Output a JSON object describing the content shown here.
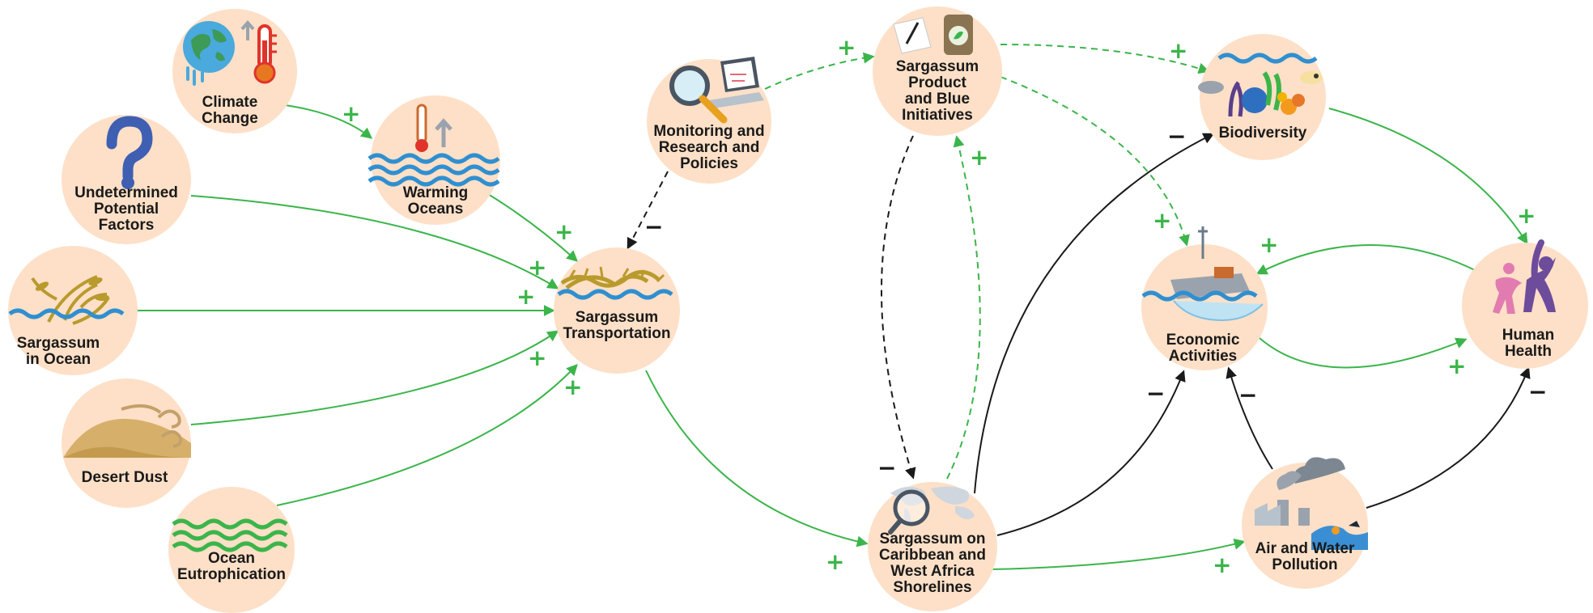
{
  "colors": {
    "node_fill": "#fde0c7",
    "positive_link": "#3bb54a",
    "negative_link": "#1a1a1a",
    "water": "#2f8fd1",
    "sargassum": "#b99a2c"
  },
  "nodes": {
    "climate_change": {
      "label": [
        "Climate",
        "Change"
      ],
      "icon": "globe-thermometer-icon"
    },
    "warming_oceans": {
      "label": [
        "Warming",
        "Oceans"
      ],
      "icon": "thermometer-waves-icon"
    },
    "undetermined_factors": {
      "label": [
        "Undetermined",
        "Potential",
        "Factors"
      ],
      "icon": "question-mark-icon"
    },
    "sargassum_in_ocean": {
      "label": [
        "Sargassum",
        "in Ocean"
      ],
      "icon": "seaweed-icon"
    },
    "desert_dust": {
      "label": [
        "Desert Dust"
      ],
      "icon": "dust-dune-icon"
    },
    "ocean_eutrophication": {
      "label": [
        "Ocean",
        "Eutrophication"
      ],
      "icon": "green-waves-icon"
    },
    "sargassum_transportation": {
      "label": [
        "Sargassum",
        "Transportation"
      ],
      "icon": "floating-seaweed-icon"
    },
    "monitoring": {
      "label": [
        "Monitoring and",
        "Research and",
        "Policies"
      ],
      "icon": "magnifier-laptop-icon"
    },
    "sargassum_product": {
      "label": [
        "Sargassum",
        "Product",
        "and Blue",
        "Initiatives"
      ],
      "icon": "document-bag-icon"
    },
    "shorelines": {
      "label": [
        "Sargassum on",
        "Caribbean and",
        "West Africa",
        "Shorelines"
      ],
      "icon": "world-map-magnifier-icon"
    },
    "biodiversity": {
      "label": [
        "Biodiversity"
      ],
      "icon": "coral-reef-icon"
    },
    "economic_activities": {
      "label": [
        "Economic",
        "Activities"
      ],
      "icon": "fishing-boat-icon"
    },
    "pollution": {
      "label": [
        "Air and Water",
        "Pollution"
      ],
      "icon": "factory-smoke-icon"
    },
    "human_health": {
      "label": [
        "Human",
        "Health"
      ],
      "icon": "people-figures-icon"
    }
  },
  "signs": {
    "climate_to_warming": "+",
    "warming_to_transport": "+",
    "undetermined_to_transport": "+",
    "ocean_to_transport": "+",
    "dust_to_transport": "+",
    "eutro_to_transport": "+",
    "monitoring_to_transport": "−",
    "monitoring_to_product": "+",
    "product_to_shorelines": "−",
    "shorelines_to_product": "+",
    "product_to_biodiversity": "+",
    "product_to_economic": "+",
    "transport_to_shorelines": "+",
    "shorelines_to_biodiversity": "−",
    "shorelines_to_economic": "−",
    "shorelines_to_pollution": "+",
    "pollution_to_economic": "−",
    "pollution_to_health": "−",
    "biodiversity_to_health": "+",
    "health_to_economic": "+",
    "economic_to_health": "+"
  }
}
